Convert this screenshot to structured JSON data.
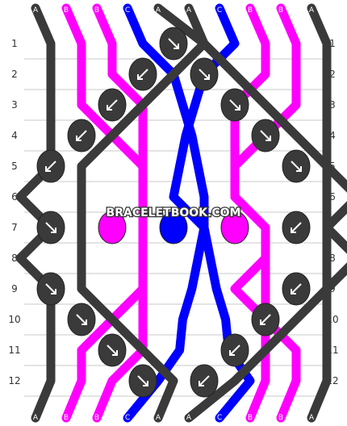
{
  "palette": {
    "A": "#3a3a3a",
    "B": "#ff00ff",
    "C": "#0000ff",
    "grid": "#c8c8c8",
    "knot_outline": "#222222",
    "arrow": "#ffffff"
  },
  "strings_top": [
    "A",
    "B",
    "B",
    "C",
    "A",
    "A",
    "C",
    "B",
    "B",
    "A"
  ],
  "strings_bottom": [
    "A",
    "B",
    "B",
    "C",
    "A",
    "A",
    "C",
    "B",
    "B",
    "A"
  ],
  "row_labels": [
    "1",
    "2",
    "3",
    "4",
    "5",
    "6",
    "7",
    "8",
    "9",
    "10",
    "11",
    "12"
  ],
  "watermark": "BRACELETBOOK.COM",
  "knots": [
    {
      "row": 1,
      "slot": 4,
      "color": "A",
      "arrow": "down-right"
    },
    {
      "row": 2,
      "slot": 3,
      "color": "A",
      "arrow": "down-left"
    },
    {
      "row": 2,
      "slot": 5,
      "color": "A",
      "arrow": "down-right"
    },
    {
      "row": 3,
      "slot": 2,
      "color": "A",
      "arrow": "down-left"
    },
    {
      "row": 3,
      "slot": 6,
      "color": "A",
      "arrow": "down-right"
    },
    {
      "row": 4,
      "slot": 1,
      "color": "A",
      "arrow": "down-left"
    },
    {
      "row": 4,
      "slot": 7,
      "color": "A",
      "arrow": "down-right"
    },
    {
      "row": 5,
      "slot": 0,
      "color": "A",
      "arrow": "down-left"
    },
    {
      "row": 5,
      "slot": 8,
      "color": "A",
      "arrow": "down-right"
    },
    {
      "row": 7,
      "slot": 0,
      "color": "A",
      "arrow": "down-right"
    },
    {
      "row": 7,
      "slot": 2,
      "color": "B",
      "arrow": "none"
    },
    {
      "row": 7,
      "slot": 4,
      "color": "C",
      "arrow": "none"
    },
    {
      "row": 7,
      "slot": 6,
      "color": "B",
      "arrow": "none"
    },
    {
      "row": 7,
      "slot": 8,
      "color": "A",
      "arrow": "down-left"
    },
    {
      "row": 9,
      "slot": 0,
      "color": "A",
      "arrow": "down-right"
    },
    {
      "row": 9,
      "slot": 8,
      "color": "A",
      "arrow": "down-left"
    },
    {
      "row": 10,
      "slot": 1,
      "color": "A",
      "arrow": "down-right"
    },
    {
      "row": 10,
      "slot": 7,
      "color": "A",
      "arrow": "down-left"
    },
    {
      "row": 11,
      "slot": 2,
      "color": "A",
      "arrow": "down-right"
    },
    {
      "row": 11,
      "slot": 6,
      "color": "A",
      "arrow": "down-left"
    },
    {
      "row": 12,
      "slot": 3,
      "color": "A",
      "arrow": "down-right"
    },
    {
      "row": 12,
      "slot": 5,
      "color": "A",
      "arrow": "down-left"
    }
  ],
  "threads": [
    {
      "color": "A",
      "path": [
        [
          "s",
          0
        ],
        [
          1,
          0
        ],
        [
          2,
          0
        ],
        [
          3,
          0
        ],
        [
          4,
          0
        ],
        [
          5,
          0
        ],
        [
          6,
          -1
        ],
        [
          7,
          0
        ],
        [
          8,
          -1
        ],
        [
          9,
          0
        ],
        [
          10,
          0
        ],
        [
          11,
          0
        ],
        [
          12,
          0
        ],
        [
          "e",
          0
        ]
      ]
    },
    {
      "color": "B",
      "path": [
        [
          "s",
          1
        ],
        [
          1,
          1
        ],
        [
          2,
          1
        ],
        [
          3,
          1
        ],
        [
          4,
          2
        ],
        [
          5,
          3
        ],
        [
          6,
          3
        ],
        [
          7,
          3
        ],
        [
          8,
          3
        ],
        [
          9,
          3
        ],
        [
          10,
          2
        ],
        [
          11,
          1
        ],
        [
          12,
          1
        ],
        [
          "e",
          1
        ]
      ]
    },
    {
      "color": "B",
      "path": [
        [
          "s",
          2
        ],
        [
          1,
          2
        ],
        [
          2,
          2
        ],
        [
          3,
          3
        ],
        [
          4,
          3
        ],
        [
          5,
          3
        ],
        [
          6,
          3
        ],
        [
          7,
          3
        ],
        [
          8,
          3
        ],
        [
          9,
          3
        ],
        [
          10,
          3
        ],
        [
          11,
          3
        ],
        [
          12,
          2
        ],
        [
          "e",
          2
        ]
      ]
    },
    {
      "color": "C",
      "path": [
        [
          "s",
          3
        ],
        [
          1,
          3
        ],
        [
          2,
          4
        ],
        [
          3,
          4.3
        ],
        [
          4,
          4.6
        ],
        [
          5,
          4.8
        ],
        [
          6,
          5
        ],
        [
          7,
          5
        ],
        [
          8,
          4.8
        ],
        [
          9,
          4.6
        ],
        [
          10,
          4.3
        ],
        [
          11,
          4.2
        ],
        [
          12,
          3.5
        ],
        [
          "e",
          3
        ]
      ]
    },
    {
      "color": "C",
      "path": [
        [
          "s",
          6
        ],
        [
          1,
          6
        ],
        [
          2,
          5
        ],
        [
          3,
          4.7
        ],
        [
          4,
          4.4
        ],
        [
          5,
          4.2
        ],
        [
          6,
          4
        ],
        [
          7,
          5
        ],
        [
          8,
          5.2
        ],
        [
          9,
          5.4
        ],
        [
          10,
          5.7
        ],
        [
          11,
          5.8
        ],
        [
          12,
          6.5
        ],
        [
          "e",
          6
        ]
      ]
    },
    {
      "color": "B",
      "path": [
        [
          "s",
          7
        ],
        [
          1,
          7
        ],
        [
          2,
          7
        ],
        [
          3,
          6
        ],
        [
          4,
          6
        ],
        [
          5,
          6
        ],
        [
          6,
          6
        ],
        [
          7,
          7
        ],
        [
          8,
          7
        ],
        [
          9,
          7
        ],
        [
          10,
          7
        ],
        [
          11,
          7
        ],
        [
          12,
          7
        ],
        [
          "e",
          7
        ]
      ]
    },
    {
      "color": "B",
      "path": [
        [
          "s",
          8
        ],
        [
          1,
          8
        ],
        [
          2,
          8
        ],
        [
          3,
          8
        ],
        [
          4,
          7
        ],
        [
          5,
          6
        ],
        [
          6,
          6
        ],
        [
          7,
          7
        ],
        [
          8,
          7
        ],
        [
          9,
          6
        ],
        [
          10,
          7
        ],
        [
          11,
          8
        ],
        [
          12,
          8
        ],
        [
          "e",
          8
        ]
      ]
    },
    {
      "color": "A",
      "path": [
        [
          "s",
          9
        ],
        [
          1,
          9
        ],
        [
          2,
          9
        ],
        [
          3,
          9
        ],
        [
          4,
          9
        ],
        [
          5,
          9
        ],
        [
          6,
          10
        ],
        [
          7,
          9
        ],
        [
          8,
          10
        ],
        [
          9,
          9
        ],
        [
          10,
          9
        ],
        [
          11,
          9
        ],
        [
          12,
          9
        ],
        [
          "e",
          9
        ]
      ]
    },
    {
      "color": "A",
      "path": [
        [
          "s",
          4
        ],
        [
          1,
          5
        ],
        [
          2,
          6
        ],
        [
          3,
          7
        ],
        [
          4,
          8
        ],
        [
          5,
          9
        ],
        [
          6,
          9
        ],
        [
          7,
          9
        ],
        [
          8,
          9
        ],
        [
          9,
          9
        ],
        [
          10,
          8
        ],
        [
          11,
          7
        ],
        [
          12,
          6
        ],
        [
          "e",
          5
        ]
      ]
    },
    {
      "color": "A",
      "path": [
        [
          "s",
          5
        ],
        [
          1,
          5
        ],
        [
          2,
          4
        ],
        [
          3,
          3
        ],
        [
          4,
          2
        ],
        [
          5,
          1
        ],
        [
          6,
          1
        ],
        [
          7,
          1
        ],
        [
          8,
          1
        ],
        [
          9,
          1
        ],
        [
          10,
          2
        ],
        [
          11,
          3
        ],
        [
          12,
          4
        ],
        [
          "e",
          4
        ]
      ]
    }
  ]
}
